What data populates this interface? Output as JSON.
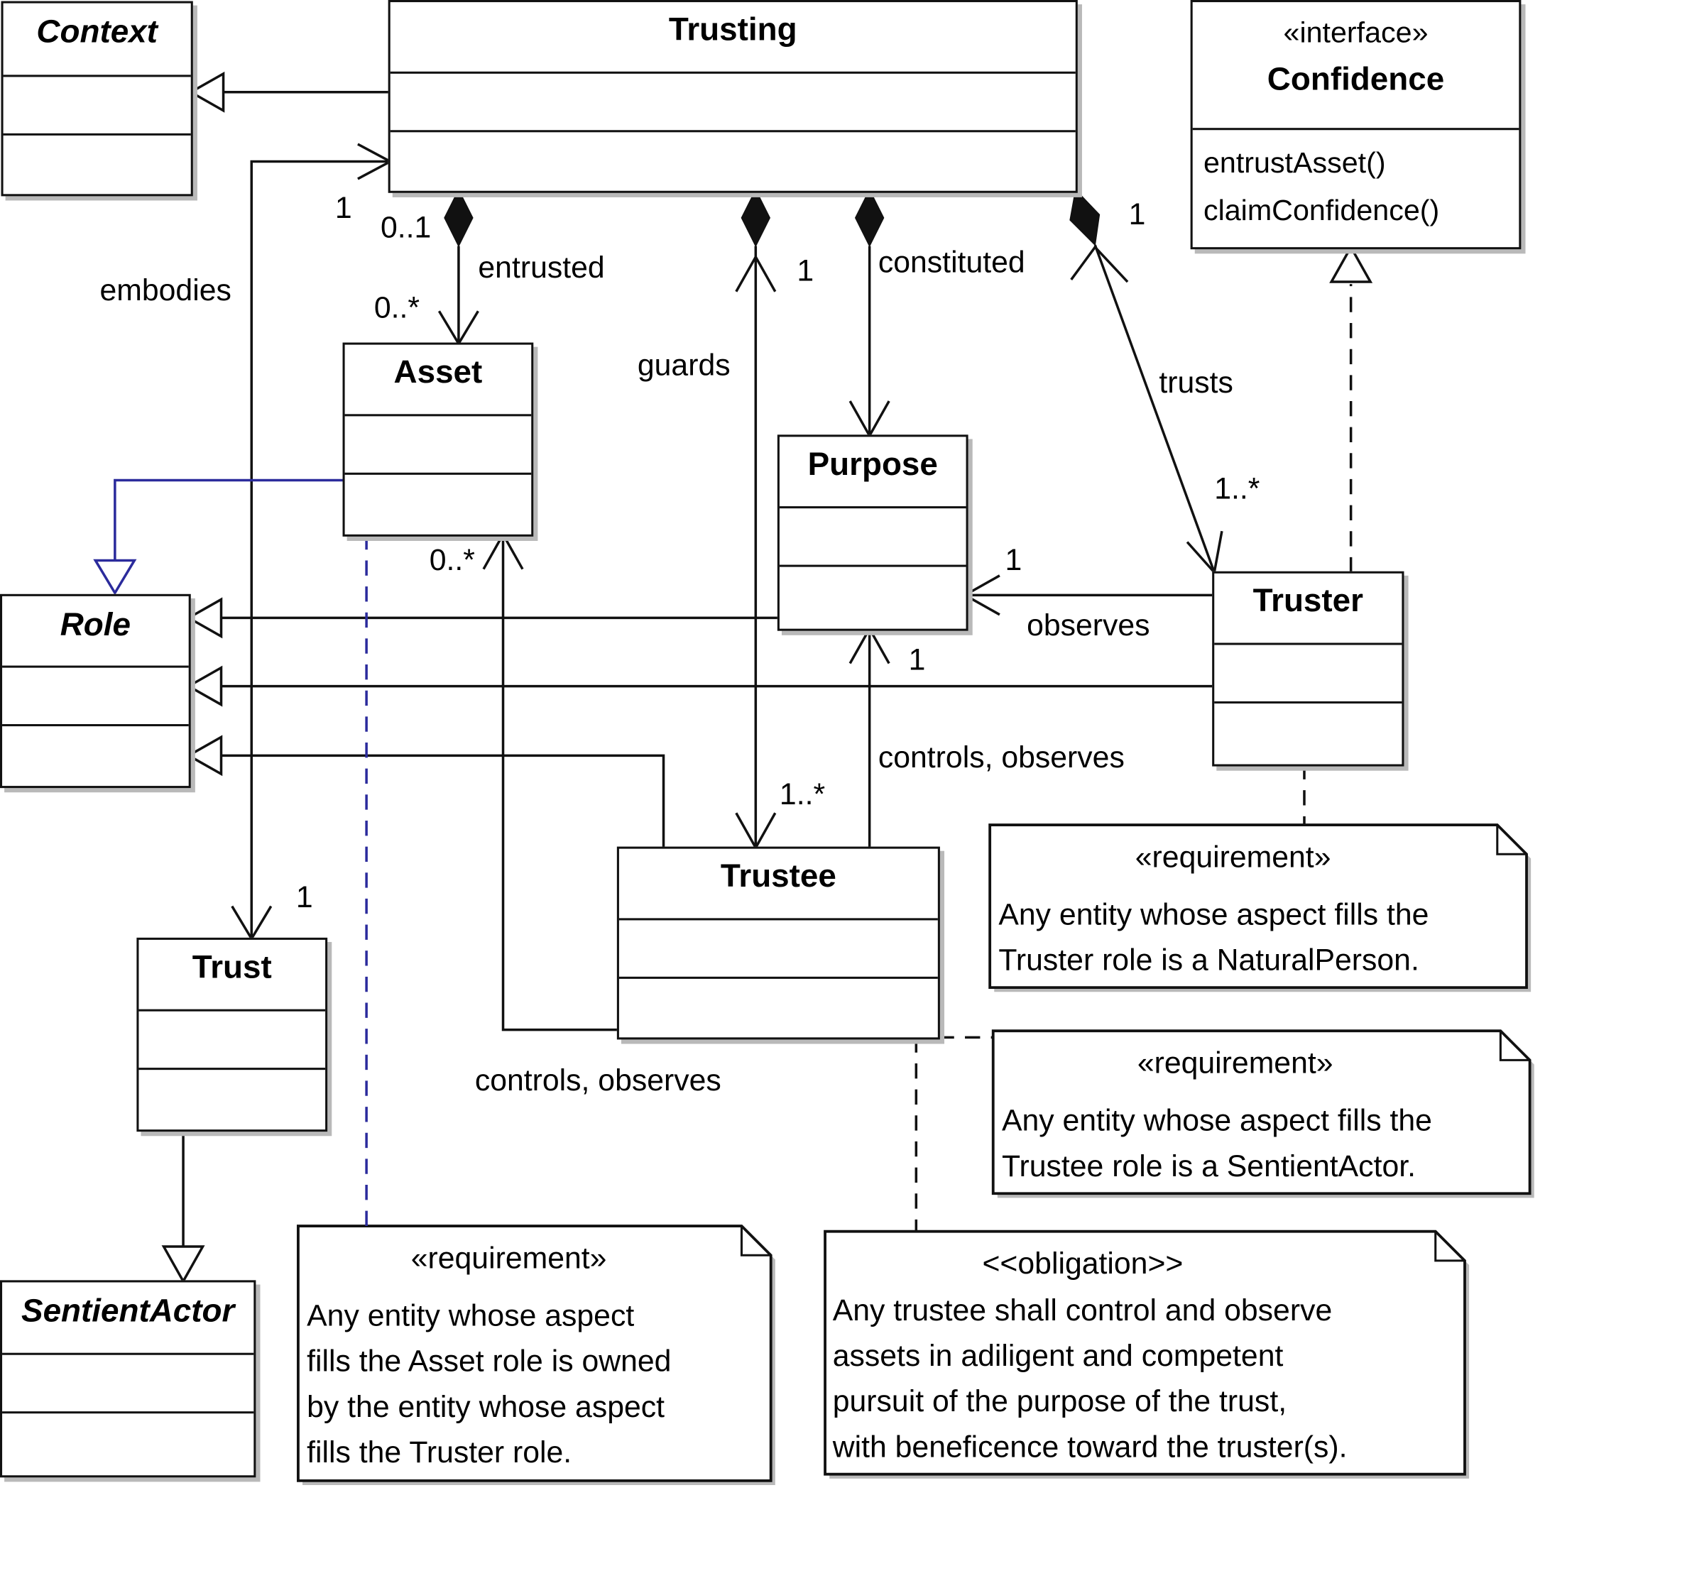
{
  "classes": {
    "context": "Context",
    "trusting": "Trusting",
    "confidence": {
      "stereotype": "«interface»",
      "name": "Confidence",
      "operations": [
        "entrustAsset()",
        "claimConfidence()"
      ]
    },
    "asset": "Asset",
    "purpose": "Purpose",
    "role": "Role",
    "truster": "Truster",
    "trustee": "Trustee",
    "trust": "Trust",
    "sentient_actor": "SentientActor"
  },
  "associations": {
    "embodies": "embodies",
    "entrusted": "entrusted",
    "guards": "guards",
    "constituted": "constituted",
    "trusts": "trusts",
    "observes": "observes",
    "trustee_purpose": "controls, observes",
    "trustee_asset": "controls, observes"
  },
  "multiplicities": {
    "embodies_trusting": "1",
    "embodies_trust": "1",
    "entrusted_trusting": "0..1",
    "entrusted_asset": "0..*",
    "guards_trusting": "1",
    "guards_trustee": "1..*",
    "trusts_trusting": "1",
    "trusts_truster": "1..*",
    "observes_purpose": "1",
    "controls_purpose": "1",
    "controls_asset": "0..*"
  },
  "notes": {
    "truster_req": {
      "stereotype": "«requirement»",
      "lines": [
        "Any entity whose aspect fills the",
        "Truster role is a NaturalPerson."
      ]
    },
    "trustee_req": {
      "stereotype": "«requirement»",
      "lines": [
        "Any entity whose aspect fills the",
        "Trustee role is a SentientActor."
      ]
    },
    "asset_req": {
      "stereotype": "«requirement»",
      "lines": [
        "Any entity whose aspect",
        "fills the Asset role is owned",
        "by the entity whose aspect",
        "fills the Truster role."
      ]
    },
    "obligation": {
      "stereotype": "<<obligation>>",
      "lines": [
        "Any trustee shall control and observe",
        "assets in adiligent and competent",
        "pursuit of the purpose of the trust,",
        "with beneficence toward the truster(s)."
      ]
    }
  },
  "colors": {
    "line": "#111111",
    "shadow": "#b9b9b9",
    "asset_role_generalization": "#2b2b9c"
  }
}
